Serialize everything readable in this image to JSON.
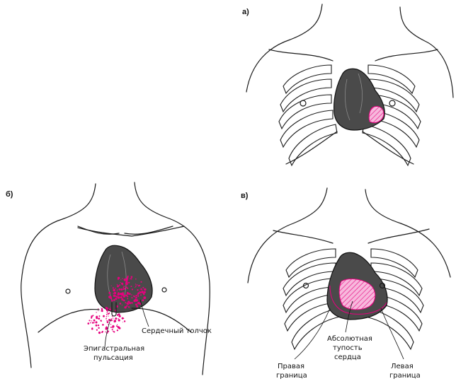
{
  "panels": {
    "a": {
      "letter": "а)"
    },
    "b": {
      "letter": "б)",
      "labels": {
        "heart_beat": "Сердечный толчок",
        "epigastric_line1": "Эпигастральная",
        "epigastric_line2": "пульсация"
      }
    },
    "c": {
      "letter": "в)",
      "labels": {
        "absolute_line1": "Абсолютная",
        "absolute_line2": "тупость",
        "absolute_line3": "сердца",
        "right_line1": "Правая",
        "right_line2": "граница",
        "left_line1": "Левая",
        "left_line2": "граница"
      }
    }
  },
  "colors": {
    "ink": "#1a1a1a",
    "heart": "#4a4a4a",
    "accent": "#e6007e",
    "hatch_fill": "#f7b8dc"
  }
}
